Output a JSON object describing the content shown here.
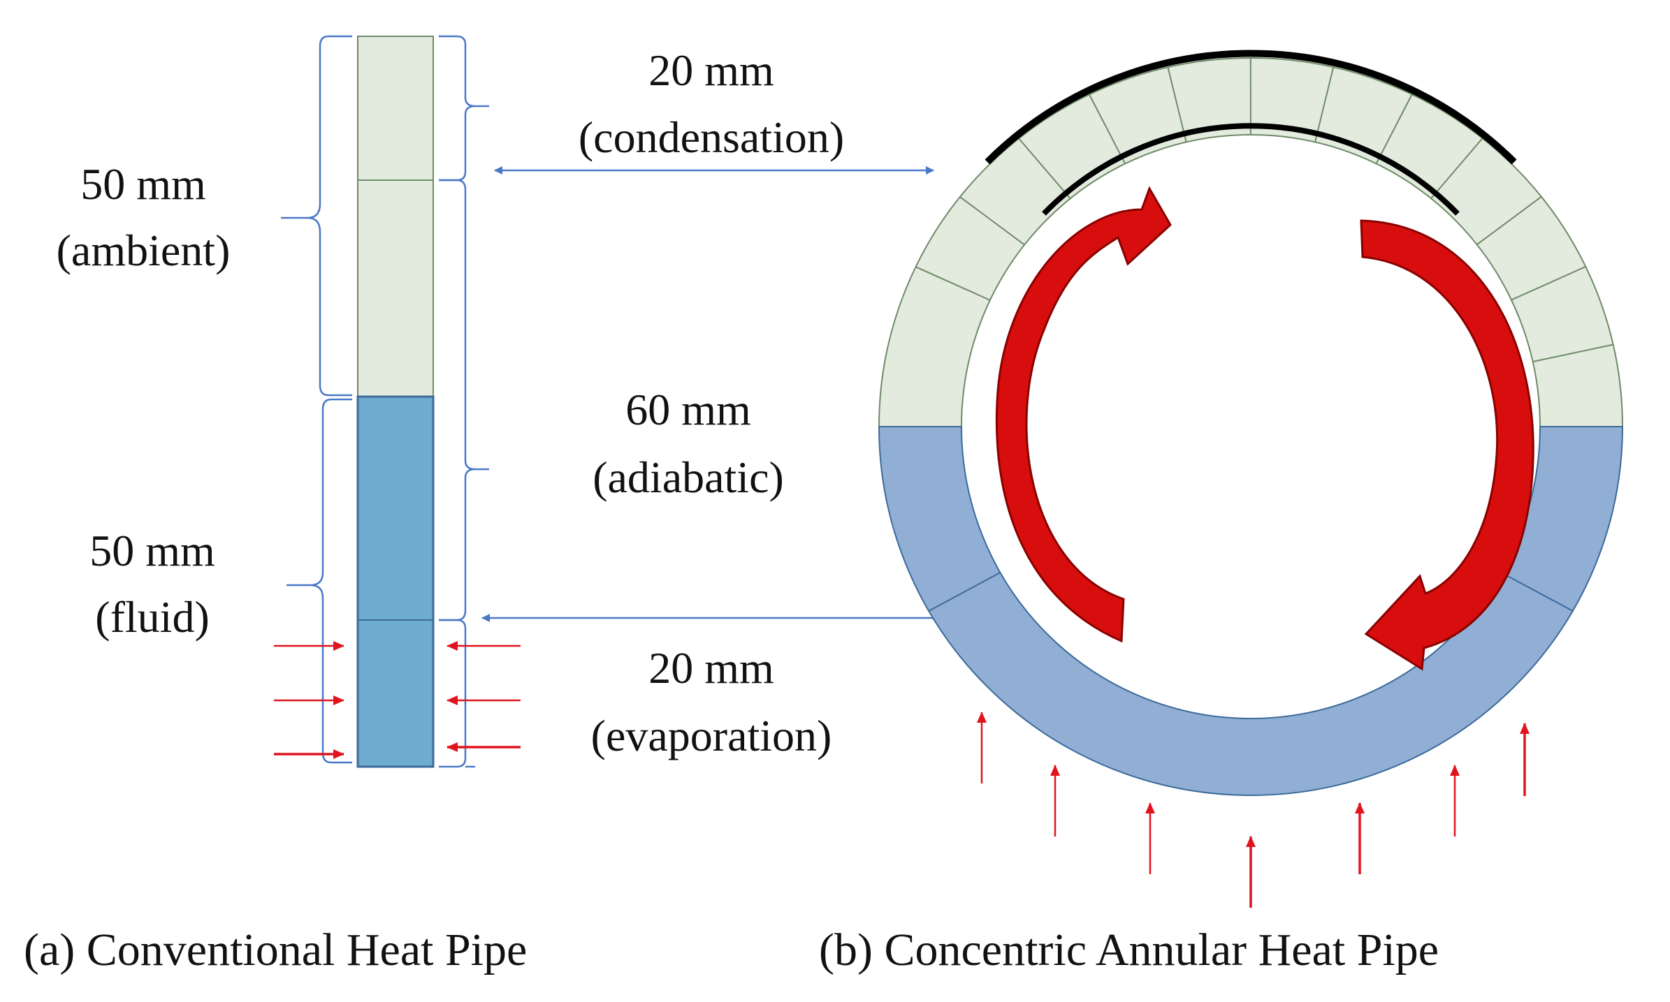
{
  "colors": {
    "ambient_fill": "#e2ebde",
    "fluid_fill_conventional": "#6eadcf",
    "fluid_fill_annular": "#91aed4",
    "block_edge": "#6f8a68",
    "fluid_edge": "#3c6a9a",
    "dimension_line": "#4a78c8",
    "brace": "#4a78c8",
    "heat_arrow": "#e0141e",
    "flow_arrow": "#cc0a0a",
    "condenser_band": "#000000"
  },
  "icons": {
    "flow_arrow": "curved-flow-arrow-icon",
    "heat_input": "heat-input-arrow-icon"
  },
  "labels": {
    "ambient": {
      "length": "50 mm",
      "name": "(ambient)"
    },
    "fluid": {
      "length": "50 mm",
      "name": "(fluid)"
    },
    "condensation": {
      "length": "20 mm",
      "name": "(condensation)"
    },
    "adiabatic": {
      "length": "60 mm",
      "name": "(adiabatic)"
    },
    "evaporation": {
      "length": "20 mm",
      "name": "(evaporation)"
    }
  },
  "captions": {
    "a": "(a) Conventional Heat Pipe",
    "b": "(b) Concentric Annular Heat Pipe"
  }
}
